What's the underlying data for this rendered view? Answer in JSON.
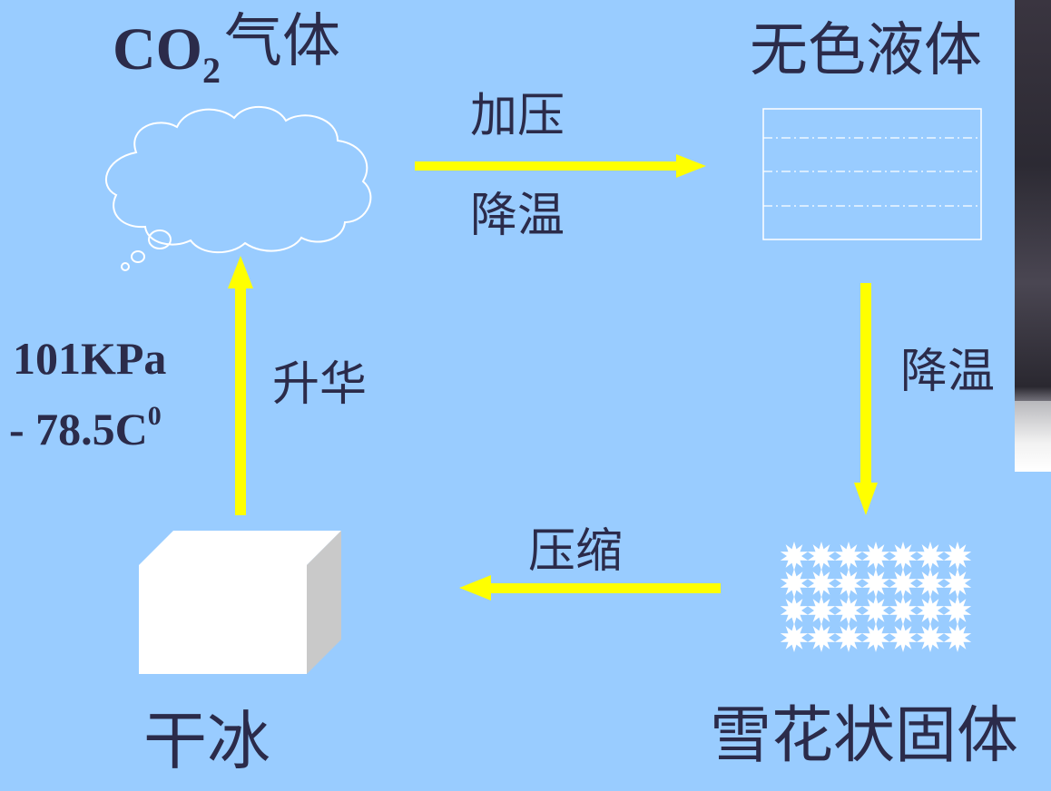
{
  "nodes": {
    "co2_gas": {
      "formula_main": "CO",
      "formula_sub": "2",
      "suffix": "气体"
    },
    "liquid": {
      "label": "无色液体"
    },
    "snow_solid": {
      "label": "雪花状固体"
    },
    "dry_ice": {
      "label": "干冰"
    }
  },
  "edges": {
    "gas_to_liquid": {
      "top_label": "加压",
      "bottom_label": "降温"
    },
    "liquid_to_snow": {
      "label": "降温"
    },
    "snow_to_dryice": {
      "label": "压缩"
    },
    "dryice_to_gas": {
      "label": "升华",
      "condition_pressure": "101KPa",
      "condition_temp_main": "- 78.5C",
      "condition_temp_sup": "0"
    }
  },
  "colors": {
    "background": "#99ccff",
    "arrow": "#ffff00",
    "text": "#2b2b4a",
    "outline": "#ffffff"
  }
}
